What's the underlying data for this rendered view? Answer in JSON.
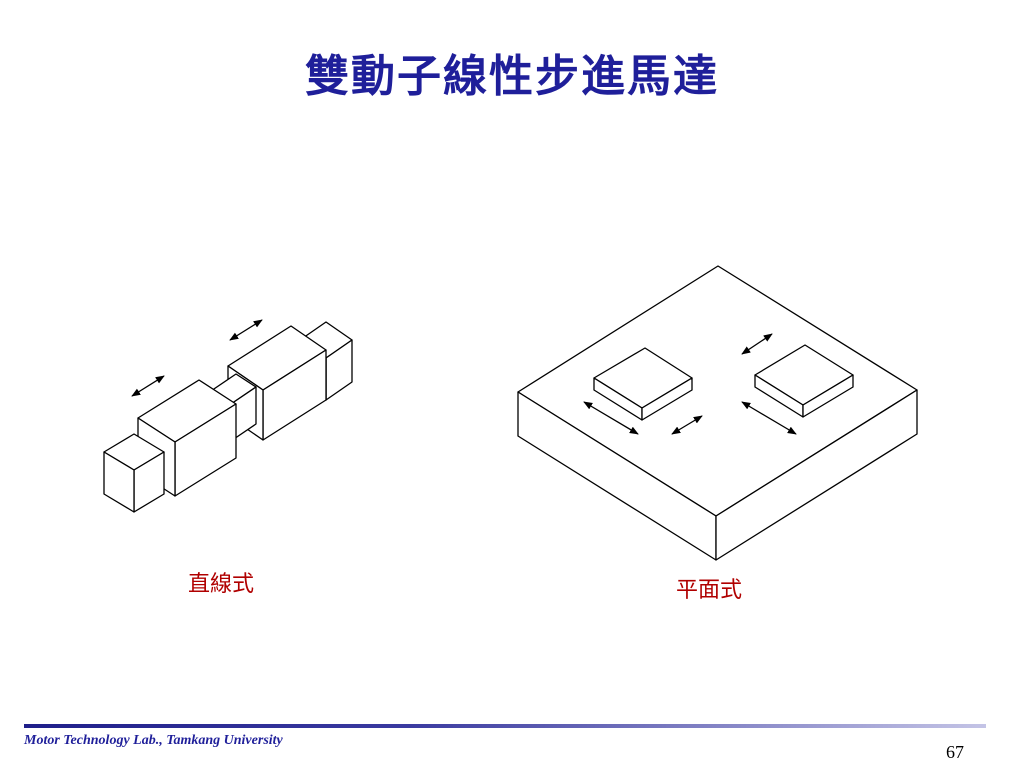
{
  "slide": {
    "title": "雙動子線性步進馬達"
  },
  "captions": {
    "linear": "直線式",
    "planar": "平面式"
  },
  "footer": {
    "text": "Motor Technology Lab., Tamkang University",
    "page_number": "67"
  },
  "colors": {
    "title": "#1f1f9a",
    "caption": "#b00000",
    "footer": "#1f1f9a",
    "line": "#000000"
  }
}
